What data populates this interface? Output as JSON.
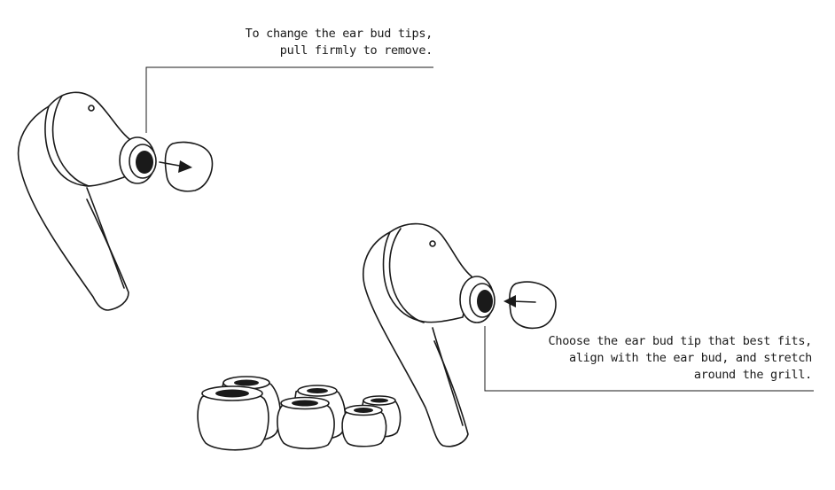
{
  "instructions": {
    "remove": {
      "lines": [
        "To change the ear bud tips,",
        "pull firmly to remove."
      ]
    },
    "attach": {
      "lines": [
        "Choose the ear bud tip that best fits,",
        "align with the ear bud, and stretch",
        "around the grill."
      ]
    }
  },
  "colors": {
    "line": "#1a1a1a",
    "background": "#ffffff"
  }
}
